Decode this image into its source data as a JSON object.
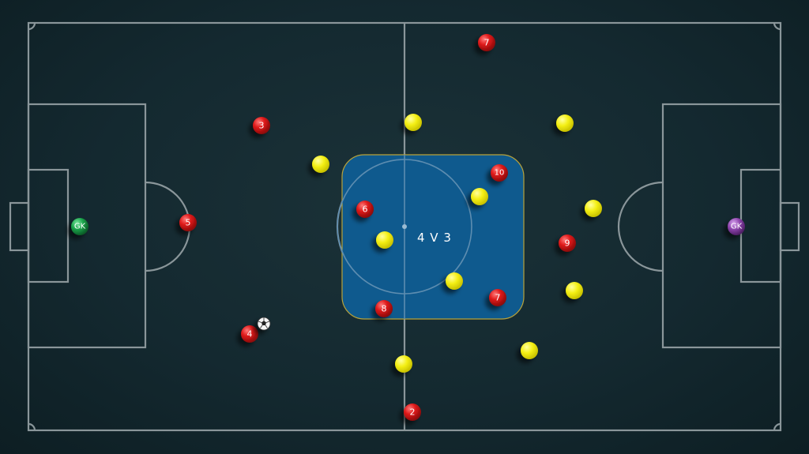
{
  "pitch": {
    "background": "#142930",
    "line_color": "#8a969a"
  },
  "zone": {
    "label": "4 V 3",
    "fill": "#0f5a8e",
    "border": "#b8a23a"
  },
  "colors": {
    "red_team": "#e01b1b",
    "yellow_team": "#f4ef14",
    "gk_left": "#1aa34a",
    "gk_right": "#8e44ad"
  },
  "red_team": [
    {
      "number": "7"
    },
    {
      "number": "3"
    },
    {
      "number": "5"
    },
    {
      "number": "6"
    },
    {
      "number": "10"
    },
    {
      "number": "9"
    },
    {
      "number": "8"
    },
    {
      "number": "7"
    },
    {
      "number": "4"
    },
    {
      "number": "2"
    }
  ],
  "goalkeepers": [
    {
      "label": "GK",
      "side": "left"
    },
    {
      "label": "GK",
      "side": "right"
    }
  ],
  "ball": {
    "icon": "soccer-ball-icon"
  }
}
